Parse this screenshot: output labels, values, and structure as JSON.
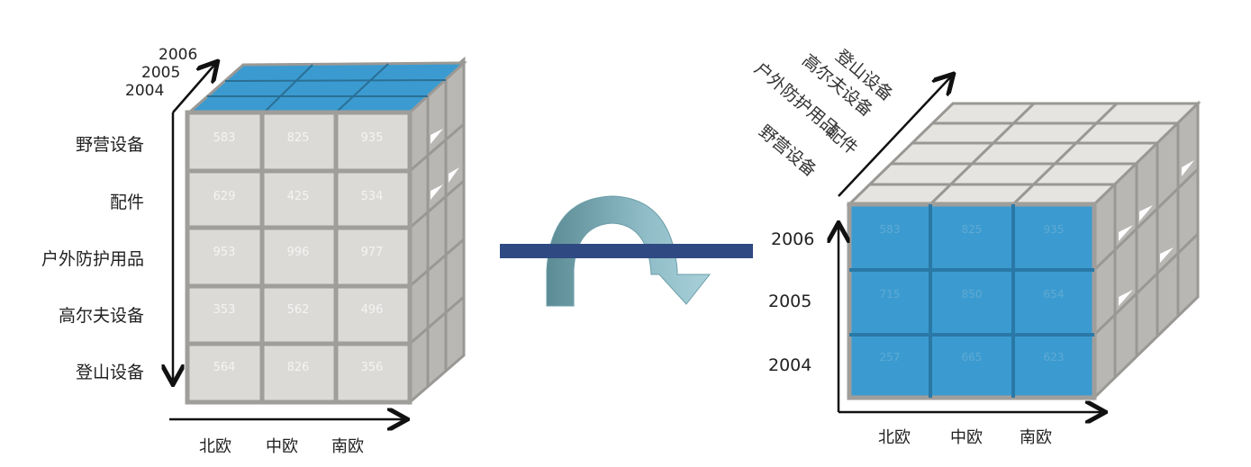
{
  "left_cube": {
    "rows": [
      "野营设备",
      "配件",
      "户外防护用品",
      "高尔夫设备",
      "登山设备"
    ],
    "columns": [
      "北欧",
      "中欧",
      "南欧"
    ],
    "years": [
      "2006",
      "2005",
      "2004"
    ],
    "values": [
      [
        "583",
        "825",
        "935"
      ],
      [
        "629",
        "425",
        "534"
      ],
      [
        "953",
        "996",
        "977"
      ],
      [
        "353",
        "562",
        "496"
      ],
      [
        "564",
        "826",
        "356"
      ]
    ]
  },
  "right_cube": {
    "depth_labels": [
      "登山设备",
      "高尔夫设备",
      "户外防护用品",
      "配件",
      "野营设备"
    ],
    "rows": [
      "2006",
      "2005",
      "2004"
    ],
    "columns": [
      "北欧",
      "中欧",
      "南欧"
    ],
    "values": [
      [
        "583",
        "825",
        "935"
      ],
      [
        "715",
        "850",
        "654"
      ],
      [
        "257",
        "665",
        "623"
      ]
    ]
  },
  "colors": {
    "face_gray": "#d9d7d4",
    "frame_gray": "#a09e9b",
    "blue": "#3b9bd0",
    "bar": "#2f4a82",
    "arrow": "#5f9aa6"
  }
}
